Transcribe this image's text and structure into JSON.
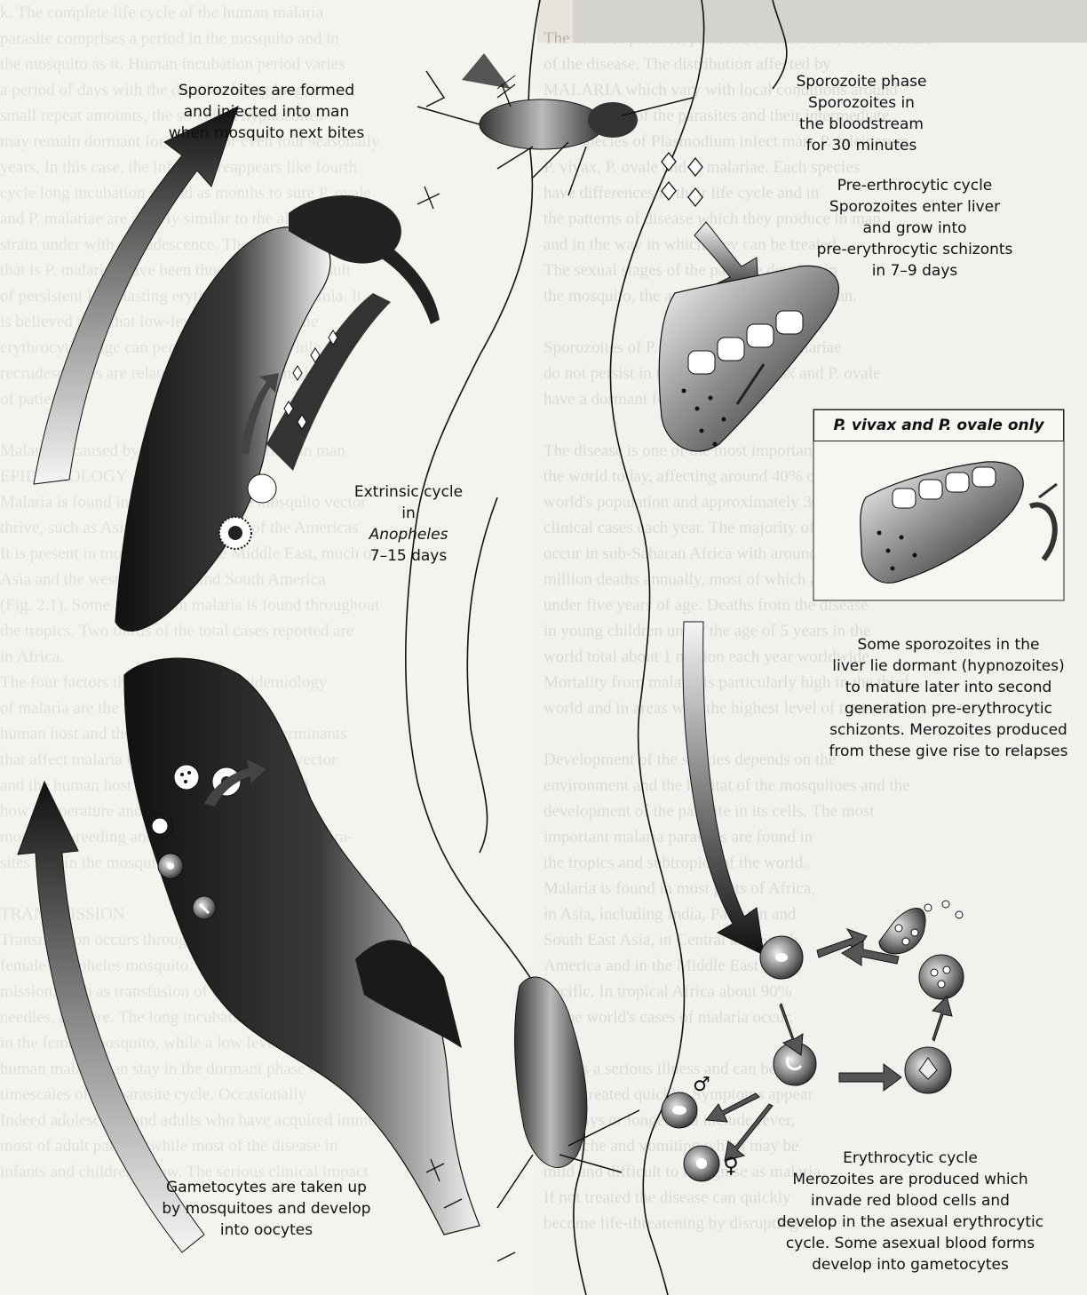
{
  "labels": {
    "sporozoites_formed": [
      "Sporozoites are formed",
      "and injected into man",
      "when mosquito next bites"
    ],
    "sporozoite_phase": [
      "Sporozoite phase",
      "Sporozoites in",
      "the bloodstream",
      "for 30 minutes"
    ],
    "pre_erythrocytic": [
      "Pre-erthrocytic cycle",
      "Sporozoites enter liver",
      "and grow into",
      "pre-erythrocytic schizonts",
      "in 7–9 days"
    ],
    "vivax_ovale": "P. vivax and P. ovale only",
    "hypnozoites": [
      "Some sporozoites in the",
      "liver lie dormant (hypnozoites)",
      "to mature later into second",
      "generation pre-erythrocytic",
      "schizonts. Merozoites produced",
      "from these give rise to relapses"
    ],
    "extrinsic": [
      "Extrinsic cycle",
      "in",
      "Anopheles",
      "7–15 days"
    ],
    "gametocytes_taken": [
      "Gametocytes are taken up",
      "by mosquitoes and develop",
      "into oocytes"
    ],
    "erythrocytic": [
      "Erythrocytic cycle",
      "Merozoites are produced which",
      "invade red blood cells and",
      "develop in the asexual erythrocytic",
      "cycle. Some asexual blood forms",
      "develop into gametocytes"
    ],
    "male_symbol": "♂",
    "female_symbol": "♀"
  },
  "background_text": {
    "col1": [
      "k. The complete life cycle of the human malaria",
      "parasite comprises a period in the mosquito and in",
      "the mosquito as it. Human incubation period varies",
      "a period of days with the duration being long, in",
      "small repeat amounts, the so-called hypnozoites",
      "may remain dormant for months or even four seasonally",
      "years. In this case, the infection reappears like fourth",
      "cycle long incubation period as months to sure P. ovale",
      "and P. malariae are closely similar to the all persistent",
      "strain under with recrudescence. The relapses",
      "that is P. malariae have been thought to be the result",
      "of persistent long-lasting erythrocytic parasitaemia. It",
      "is believed then that low-level dormancy of the",
      "erythrocytic stage can persist for so years while",
      "recrudescences are related to in effect the majority",
      "of patients.",
      "",
      "Malaria is caused by the four species which in man",
      "EPIDEMIOLOGY",
      "Malaria is found in regions where the mosquito vector",
      "thrive, such as Asia, Africa and parts of the Americas",
      "It is present in most of Africa, the Middle East, much of",
      "Asia and the western Pacific and South America",
      "(Fig. 2.1). Some falciparum malaria is found throughout",
      "the tropics. Two thirds of the total cases reported are",
      "in Africa.",
      "The four factors that influence the epidemiology",
      "of malaria are the mosquito, the parasite,",
      "human host and the environment. The determinants",
      "that affect malaria transmission include the vector",
      "and the human host as well as the climate and",
      "how temperature and rainfall affect patterns of",
      "mosquito breeding and the development of the para-",
      "sites within the mosquito.",
      "",
      "TRANSMISSION",
      "Transmission occurs through the bite of an infected",
      "female Anopheles mosquito. Other means of trans-",
      "mission, such as transfusion of blood or sharing of",
      "needles, are rare. The long incubation of P. vivax",
      "in the female mosquito, while a low level of the",
      "human malaria can stay in the dormant phase of relapse",
      "timescales of the parasite cycle. Occasionally",
      "Indeed adolescents and adults who have acquired immunity",
      "most of adult patients while most of the disease in",
      "infants and children is low. The serious clinical impact"
    ],
    "col2": [
      "",
      "The malaria parasite, protozoa Plasmodium, are the cause",
      "of the disease. The distribution affected by",
      "MALARIA which vary with local conditions around",
      "the life cycle of the parasites and their intermediate",
      "Four species of Plasmodium infect man: P. falciparum,",
      "P. vivax, P. ovale and P. malariae. Each species",
      "have differences in their life cycle and in",
      "the patterns of disease which they produce in man",
      "and in the way in which they can be treated.",
      "The sexual stages of the parasite develop in",
      "the mosquito, the asexual stages occur in man.",
      "",
      "Sporozoites of P. falciparum and P. malariae",
      "do not persist in the liver but P. vivax and P. ovale",
      "have a dormant form in the liver.",
      "",
      "The disease is one of the most important diseases in",
      "the world today, affecting around 40% of the",
      "world's population and approximately 300–500 million",
      "clinical cases each year. The majority of cases",
      "occur in sub-Saharan Africa with around 1–2",
      "million deaths annually, most of which are in children",
      "under five years of age. Deaths from the disease",
      "in young children under the age of 5 years in the",
      "world total about 1 million each year worldwide.",
      "Mortality from malaria is particularly high in the third",
      "world and in areas with the highest level of transmission.",
      "",
      "Development of the species depends on the",
      "environment and the habitat of the mosquitoes and the",
      "development of the parasite in its cells. The most",
      "important malaria parasites are found in",
      "the tropics and subtropics of the world.",
      "Malaria is found in most parts of Africa,",
      "in Asia, including India, Pakistan and",
      "South East Asia, in Central and South",
      "America and in the Middle East in the",
      "Pacific. In tropical Africa about 90%",
      "of the world's cases of malaria occur.",
      "",
      "This is a serious illness and can be fatal",
      "if not treated quickly. Symptoms appear",
      "in 7 days or longer and include fever,",
      "headache and vomiting which may be",
      "mild and difficult to recognise as malaria.",
      "If not treated the disease can quickly",
      "become life-threatening by disrupting the"
    ]
  }
}
